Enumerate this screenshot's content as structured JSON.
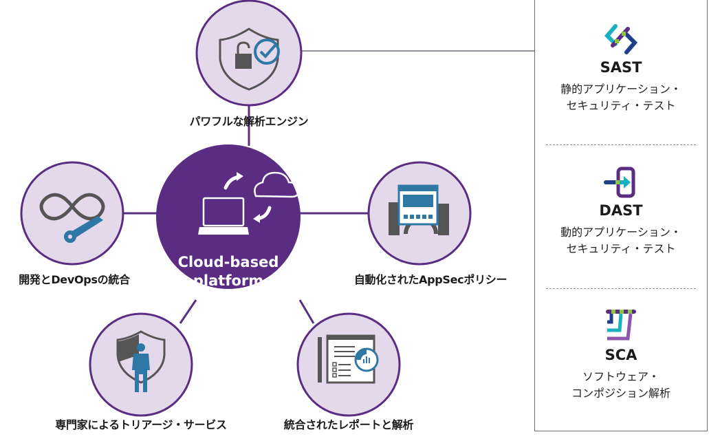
{
  "hub": {
    "title_line1": "Cloud-based",
    "title_line2": "platform",
    "icon": "laptop-cloud-sync-icon"
  },
  "features": [
    {
      "id": "analysis-engine",
      "label": "パワフルな解析エンジン",
      "icon": "shield-lock-check-icon"
    },
    {
      "id": "devops",
      "label": "開発とDevOpsの統合",
      "icon": "infinity-wrench-icon"
    },
    {
      "id": "appsec-policy",
      "label": "自動化されたAppSecポリシー",
      "icon": "browser-gear-icon"
    },
    {
      "id": "triage",
      "label": "専門家によるトリアージ・サービス",
      "icon": "shield-person-icon"
    },
    {
      "id": "reporting",
      "label": "統合されたレポートと解析",
      "icon": "report-chart-icon"
    }
  ],
  "panel": {
    "items": [
      {
        "title": "SAST",
        "desc_line1": "静的アプリケーション・",
        "desc_line2": "セキュリティ・テスト",
        "icon": "code-brackets-icon"
      },
      {
        "title": "DAST",
        "desc_line1": "動的アプリケーション・",
        "desc_line2": "セキュリティ・テスト",
        "icon": "enter-arrow-icon"
      },
      {
        "title": "SCA",
        "desc_line1": "ソフトウェア・",
        "desc_line2": "コンポジション解析",
        "icon": "composition-bars-icon"
      }
    ]
  },
  "colors": {
    "hub_purple": "#5b2d82",
    "node_fill": "#e4d9ea",
    "node_stroke": "#5b2d82",
    "icon_gray": "#555555",
    "icon_blue": "#2f77a5",
    "teal": "#1ab0c0",
    "navy": "#1f3f8a",
    "green": "#8cc63f",
    "panel_border": "#6b6e78"
  }
}
